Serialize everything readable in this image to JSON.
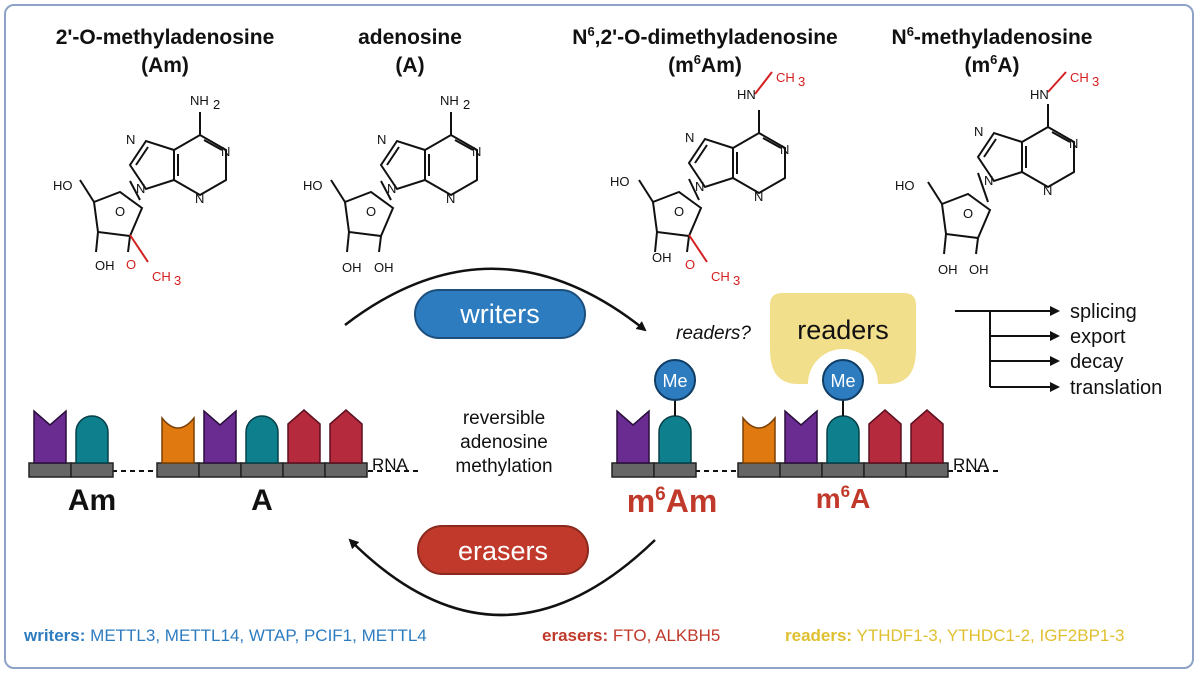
{
  "molecules": [
    {
      "name": "2'-O-methyladenosine",
      "abbr": "(Am)"
    },
    {
      "name": "adenosine",
      "abbr": "(A)"
    },
    {
      "name_pre": "N",
      "name_sup": "6",
      "name_post": ",2'-O-dimethyladenosine",
      "abbr_pre": "(m",
      "abbr_sup": "6",
      "abbr_post": "Am)"
    },
    {
      "name_pre": "N",
      "name_sup": "6",
      "name_post": "-methyladenosine",
      "abbr_pre": "(m",
      "abbr_sup": "6",
      "abbr_post": "A)"
    }
  ],
  "atoms": {
    "nh2": "NH",
    "nh2_sub": "2",
    "n": "N",
    "ho": "HO",
    "oh": "OH",
    "o": "O",
    "hn": "HN",
    "ch3": "CH",
    "ch3_sub": "3"
  },
  "process": {
    "writers": "writers",
    "erasers": "erasers",
    "readers": "readers",
    "readers_q": "readers?",
    "center_line1": "reversible",
    "center_line2": "adenosine",
    "center_line3": "methylation",
    "me": "Me",
    "rna": "RNA"
  },
  "rna_labels": {
    "left1": "Am",
    "left2": "A",
    "right1_pre": "m",
    "right1_sup": "6",
    "right1_post": "Am",
    "right2_pre": "m",
    "right2_sup": "6",
    "right2_post": "A"
  },
  "outcomes": [
    "splicing",
    "export",
    "decay",
    "translation"
  ],
  "legend": {
    "writers_label": "writers:",
    "writers_list": "METTL3, METTL14, WTAP, PCIF1, METTL4",
    "erasers_label": "erasers:",
    "erasers_list": "FTO, ALKBH5",
    "readers_label": "readers:",
    "readers_list": "YTHDF1-3, YTHDC1-2, IGF2BP1-3"
  },
  "colors": {
    "writers": "#2e7cc0",
    "erasers": "#c0392b",
    "readers": "#e8c84a",
    "reader_fill": "#f2df8c",
    "methyl": "#d42020",
    "purple": "#6a2c91",
    "teal": "#0e7f8c",
    "orange": "#e07a10",
    "crimson": "#b52a3d",
    "border": "#8ea3c7"
  }
}
